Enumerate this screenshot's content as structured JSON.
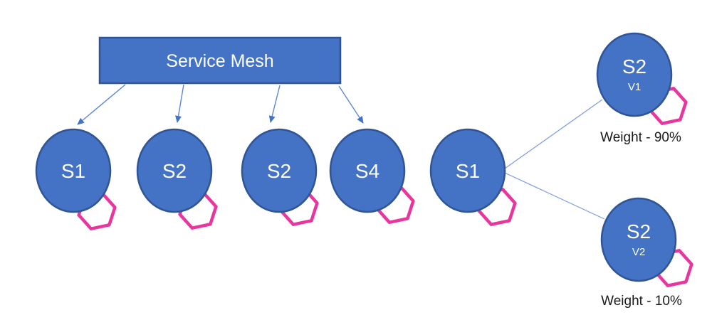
{
  "diagram": {
    "box": {
      "label": "Service Mesh"
    },
    "nodes": [
      {
        "id": "s1-left",
        "label": "S1"
      },
      {
        "id": "s2-a",
        "label": "S2"
      },
      {
        "id": "s2-b",
        "label": "S2"
      },
      {
        "id": "s4",
        "label": "S4"
      },
      {
        "id": "s1-right",
        "label": "S1"
      },
      {
        "id": "s2-v1",
        "label": "S2",
        "sublabel": "V1",
        "weight": "Weight - 90%"
      },
      {
        "id": "s2-v2",
        "label": "S2",
        "sublabel": "V2",
        "weight": "Weight - 10%"
      }
    ],
    "edges": [
      {
        "from": "service-mesh-box",
        "to": "s1-left",
        "style": "arrow"
      },
      {
        "from": "service-mesh-box",
        "to": "s2-a",
        "style": "arrow"
      },
      {
        "from": "service-mesh-box",
        "to": "s2-b",
        "style": "arrow"
      },
      {
        "from": "service-mesh-box",
        "to": "s4",
        "style": "arrow"
      },
      {
        "from": "s1-right",
        "to": "s2-v1",
        "style": "line"
      },
      {
        "from": "s1-right",
        "to": "s2-v2",
        "style": "line"
      }
    ],
    "icons": {
      "sidecar": "hexagon"
    },
    "colors": {
      "node_fill": "#4472C4",
      "node_stroke": "#2F5597",
      "box_fill": "#4472C4",
      "box_stroke": "#2F5597",
      "hexagon_stroke": "#E9369E",
      "arrow_line": "#5B87DA",
      "connector_line": "#7B9BE0",
      "node_text": "#FFFFFF",
      "weight_text": "#1A1A1A"
    }
  }
}
